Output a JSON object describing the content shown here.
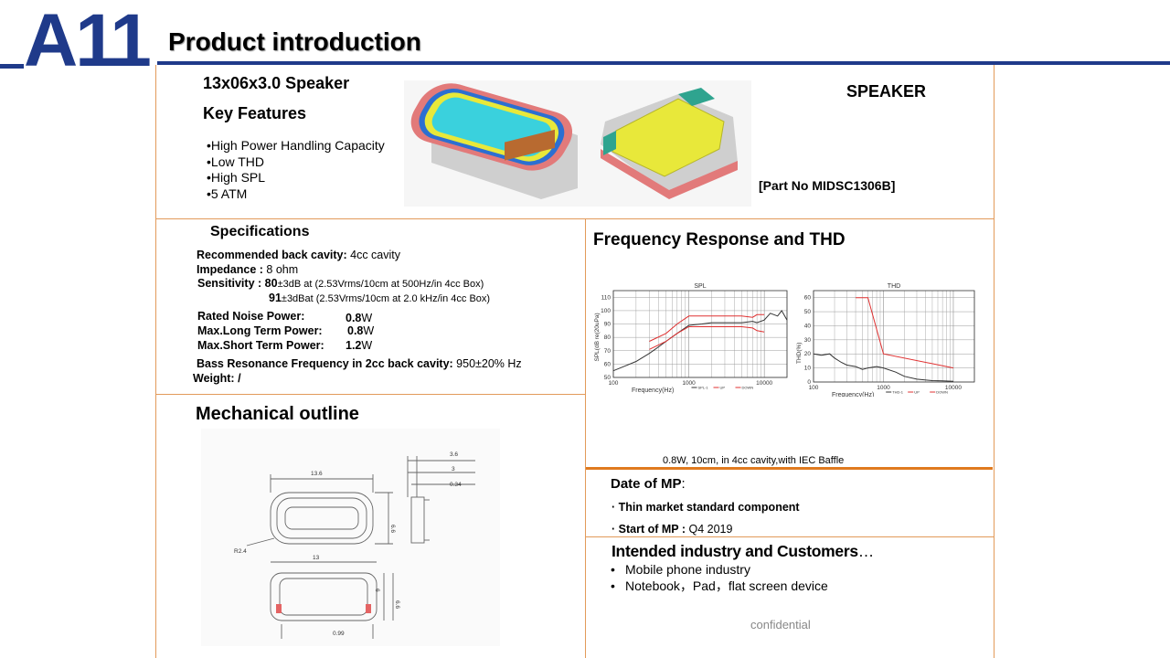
{
  "header": {
    "brand": "A11",
    "title": "Product introduction"
  },
  "product": {
    "name": "13x06x3.0 Speaker",
    "features_heading": "Key Features",
    "features": [
      "•High Power Handling Capacity",
      "•Low THD",
      "•High SPL",
      "•5 ATM"
    ],
    "category": "SPEAKER",
    "part_no": "[Part No MIDSC1306B]"
  },
  "specs": {
    "heading": "Specifications",
    "back_cavity_label": "Recommended back cavity:",
    "back_cavity_value": " 4cc cavity",
    "impedance_label": "Impedance :",
    "impedance_value": " 8 ohm",
    "sensitivity_label": "Sensitivity :",
    "sens1_val": " 80",
    "sens1_rest": "±3dB at (2.53Vrms/10cm at 500Hz/in 4cc Box)",
    "sens2_val": "91",
    "sens2_rest": "±3dBat (2.53Vrms/10cm at 2.0 kHz/in 4cc Box)",
    "rated_label": "Rated Noise Power:",
    "rated_num": "0.8",
    "rated_unit": "W",
    "long_label": "Max.Long Term Power:",
    "long_num": "0.8",
    "long_unit": "W",
    "short_label": "Max.Short Term Power:",
    "short_num": "1.2",
    "short_unit": "W",
    "bass_label": "Bass Resonance Frequency in 2cc back cavity:",
    "bass_value": " 950±20% Hz",
    "weight_label": "Weight: /"
  },
  "mechanical": {
    "heading": "Mechanical outline",
    "dims": {
      "a": "3.6",
      "b": "3",
      "c": "0.34",
      "w1": "13.6",
      "h1": "6.6",
      "r": "R2.4",
      "w2": "13",
      "h2": "6",
      "h3": "6.6",
      "d": "0.99"
    }
  },
  "frequency": {
    "heading": "Frequency Response and THD",
    "caption": "0.8W, 10cm, in 4cc cavity,with IEC Baffle"
  },
  "chart_data": [
    {
      "type": "line",
      "title": "SPL",
      "xlabel": "Frequency(Hz)",
      "ylabel": "SPL(dB re(20uPa)",
      "xscale": "log",
      "xlim": [
        100,
        20000
      ],
      "ylim": [
        50,
        115
      ],
      "xticks": [
        "100",
        "1000",
        "10000"
      ],
      "yticks": [
        50,
        60,
        70,
        80,
        90,
        100,
        110
      ],
      "grid": true,
      "legend": [
        "SPL-1",
        "UP",
        "DOWN"
      ],
      "series": [
        {
          "name": "SPL-1",
          "color": "#333333",
          "x": [
            100,
            150,
            200,
            300,
            400,
            500,
            700,
            1000,
            1500,
            2000,
            3000,
            5000,
            7000,
            8000,
            10000,
            12000,
            15000,
            17000,
            20000
          ],
          "y": [
            55,
            59,
            62,
            68,
            73,
            77,
            83,
            89,
            90,
            91,
            91,
            91,
            92,
            91,
            93,
            98,
            96,
            100,
            93
          ]
        },
        {
          "name": "UP",
          "color": "#e03030",
          "x": [
            300,
            500,
            700,
            1000,
            2000,
            5000,
            7000,
            8000,
            10000
          ],
          "y": [
            77,
            83,
            90,
            96,
            96,
            96,
            95,
            97,
            97
          ]
        },
        {
          "name": "DOWN",
          "color": "#e03030",
          "x": [
            300,
            500,
            700,
            1000,
            2000,
            5000,
            7000,
            8000,
            10000
          ],
          "y": [
            71,
            77,
            83,
            88,
            88,
            88,
            87,
            85,
            84
          ]
        }
      ]
    },
    {
      "type": "line",
      "title": "THD",
      "xlabel": "Frequency(Hz)",
      "ylabel": "THD(%)",
      "xscale": "log",
      "xlim": [
        100,
        20000
      ],
      "ylim": [
        0,
        65
      ],
      "xticks": [
        "100",
        "1000",
        "10000"
      ],
      "yticks": [
        0,
        10,
        20,
        30,
        40,
        50,
        60
      ],
      "grid": true,
      "legend": [
        "THD-1",
        "UP",
        "DOWN"
      ],
      "series": [
        {
          "name": "THD-1",
          "color": "#333333",
          "x": [
            100,
            130,
            170,
            200,
            250,
            300,
            400,
            500,
            600,
            800,
            1000,
            1500,
            2000,
            3000,
            5000,
            7000,
            10000
          ],
          "y": [
            20,
            19,
            20,
            17,
            14,
            12,
            11,
            9,
            10,
            11,
            10,
            7,
            4,
            2,
            1,
            0.8,
            0.5
          ]
        },
        {
          "name": "UP",
          "color": "#e03030",
          "x": [
            400,
            600,
            1000,
            10000
          ],
          "y": [
            60,
            60,
            20,
            10
          ]
        }
      ]
    }
  ],
  "mp": {
    "heading": "Date of MP",
    "colon": ":",
    "line1": "· Thin market standard component",
    "start_label": "· Start of MP :",
    "start_value": " Q4 2019"
  },
  "industry": {
    "heading": "Intended industry and Customers",
    "ellipsis": "…",
    "items": [
      "Mobile phone industry",
      "Notebook，Pad，flat screen device"
    ],
    "bullet": "•"
  },
  "footer": {
    "confidential": "confidential"
  }
}
